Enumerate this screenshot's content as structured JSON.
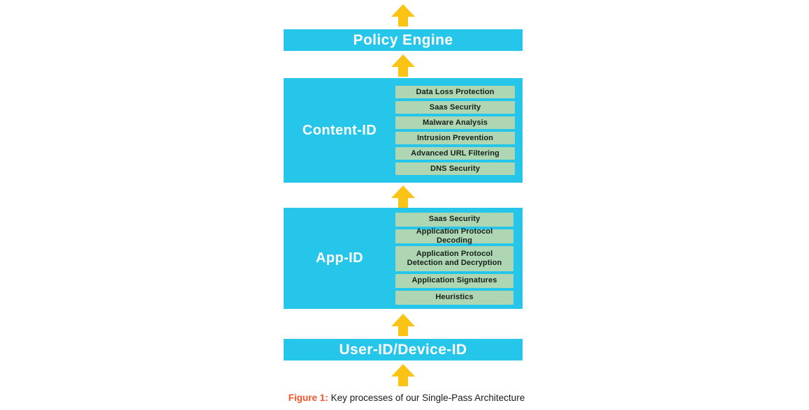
{
  "figure": {
    "colors": {
      "block": "#25C6EA",
      "sub_box": "#AFD6B2",
      "arrow": "#FBC315",
      "caption_label": "#F9522B",
      "block_text": "#FFFFFF"
    },
    "arrows": [
      {
        "name": "arrow-above-policy-engine",
        "glyph": "up-arrow"
      },
      {
        "name": "arrow-policy-to-content",
        "glyph": "up-arrow"
      },
      {
        "name": "arrow-content-to-app",
        "glyph": "up-arrow"
      },
      {
        "name": "arrow-app-to-userid",
        "glyph": "up-arrow"
      },
      {
        "name": "arrow-below-userid",
        "glyph": "up-arrow"
      }
    ],
    "blocks": {
      "policy_engine": {
        "title": "Policy Engine",
        "items": []
      },
      "content_id": {
        "title": "Content-ID",
        "items": [
          "Data Loss Protection",
          "Saas Security",
          "Malware Analysis",
          "Intrusion Prevention",
          "Advanced URL Filtering",
          "DNS Security"
        ]
      },
      "app_id": {
        "title": "App-ID",
        "items": [
          "Saas Security",
          "Application Protocol Decoding",
          "Application Protocol Detection and Decryption",
          "Application Signatures",
          "Heuristics"
        ]
      },
      "user_device_id": {
        "title": "User-ID/Device-ID",
        "items": []
      }
    },
    "caption": {
      "label": "Figure 1:",
      "text": " Key processes of our Single-Pass Architecture"
    }
  }
}
